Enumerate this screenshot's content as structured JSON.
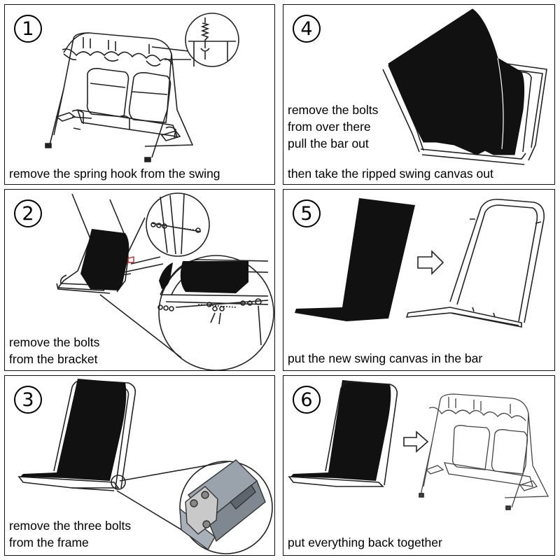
{
  "steps": [
    {
      "number": "1",
      "caption": "remove the spring hook from the swing"
    },
    {
      "number": "2",
      "caption_line1": "remove the bolts",
      "caption_line2": "from the bracket"
    },
    {
      "number": "3",
      "caption_line1": "remove the three bolts",
      "caption_line2": "from the frame"
    },
    {
      "number": "4",
      "caption_line1": "remove the bolts",
      "caption_line2": "from over there",
      "caption_line3": "pull the bar out",
      "caption": "then take the ripped swing canvas out"
    },
    {
      "number": "5",
      "caption": "put the new swing canvas in the bar"
    },
    {
      "number": "6",
      "caption": "put everything back together"
    }
  ],
  "colors": {
    "border": "#111111",
    "canvas": "#111111",
    "background": "#ffffff"
  },
  "icons": [
    "arrow-right-icon"
  ]
}
